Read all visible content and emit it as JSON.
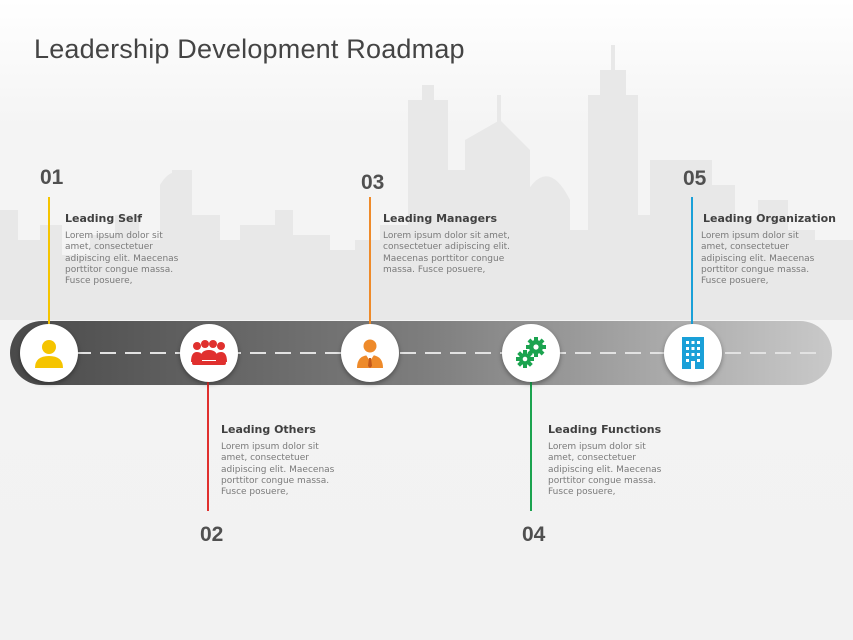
{
  "title": "Leadership Development Roadmap",
  "colors": {
    "step1": "#f5c400",
    "step2": "#e0302e",
    "step3": "#ee8a2a",
    "step4": "#1ba34f",
    "step5": "#1aa0d8",
    "road": "#7d7d7d",
    "skyline": "#e7e7e7"
  },
  "steps": [
    {
      "number": "01",
      "heading": "Leading Self",
      "icon": "person-icon",
      "body": [
        "Lorem ipsum dolor sit",
        "amet, consectetuer",
        "adipiscing elit. Maecenas",
        "porttitor congue massa.",
        "Fusce posuere,"
      ]
    },
    {
      "number": "02",
      "heading": "Leading Others",
      "icon": "team-icon",
      "body": [
        "Lorem ipsum dolor sit",
        "amet, consectetuer",
        "adipiscing elit. Maecenas",
        "porttitor congue massa.",
        "Fusce posuere,"
      ]
    },
    {
      "number": "03",
      "heading": "Leading Managers",
      "icon": "manager-icon",
      "body": [
        "Lorem ipsum dolor sit amet,",
        "consectetuer adipiscing elit.",
        "Maecenas porttitor congue",
        "massa. Fusce posuere,"
      ]
    },
    {
      "number": "04",
      "heading": "Leading Functions",
      "icon": "gears-icon",
      "body": [
        "Lorem ipsum dolor sit",
        "amet, consectetuer",
        "adipiscing elit. Maecenas",
        "porttitor congue massa.",
        "Fusce posuere,"
      ]
    },
    {
      "number": "05",
      "heading": "Leading Organization",
      "icon": "building-icon",
      "body": [
        "Lorem ipsum dolor sit",
        "amet, consectetuer",
        "adipiscing elit. Maecenas",
        "porttitor congue massa.",
        "Fusce posuere,"
      ]
    }
  ]
}
